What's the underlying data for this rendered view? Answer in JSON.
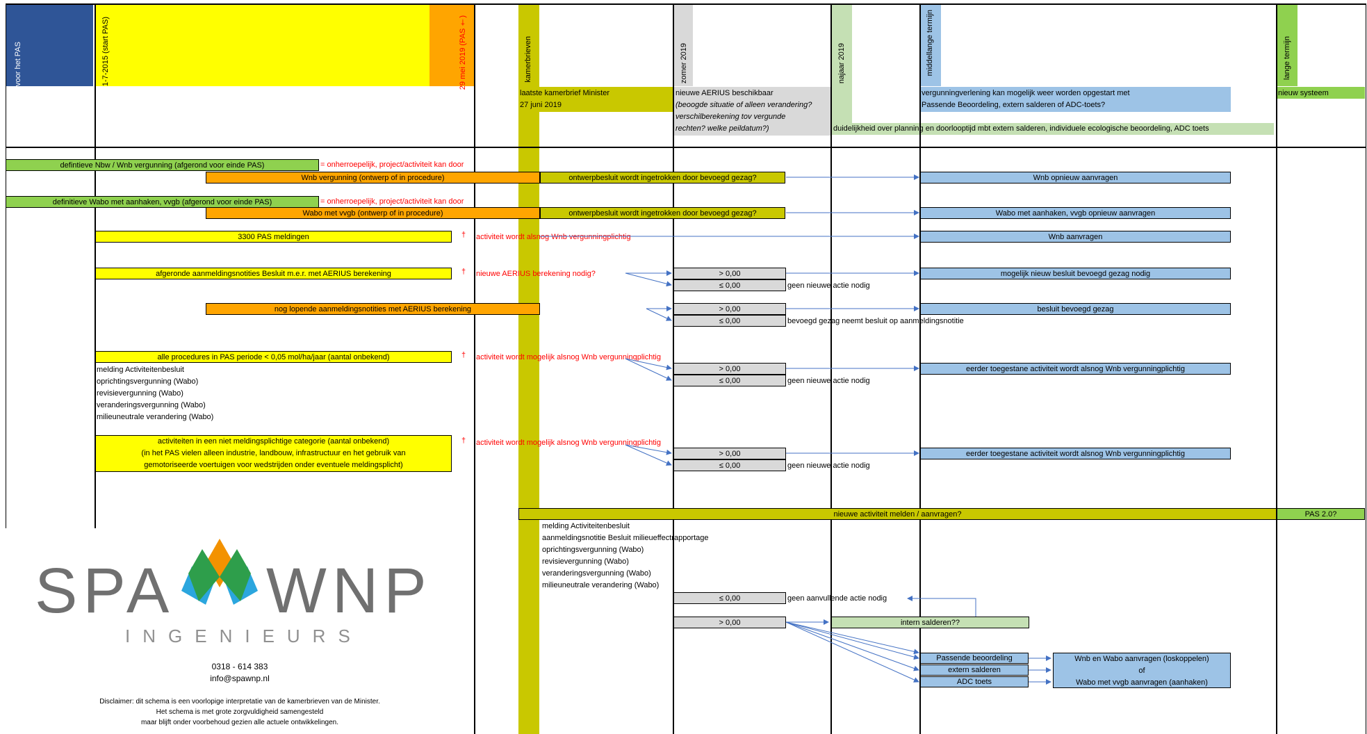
{
  "headers": {
    "voor_pas": "voor het PAS",
    "start_pas": "1-7-2015 (start PAS)",
    "pas_end": "29 mei 2019 (PAS †)",
    "kamerbrieven": "kamerbrieven",
    "zomer": "zomer 2019",
    "najaar": "najaar 2019",
    "middellange": "middellange termijn",
    "lange": "lange termijn"
  },
  "header_notes": {
    "kamerbrief_1": "laatste kamerbrief Minister",
    "kamerbrief_2": "27 juni 2019",
    "aerius_1": "nieuwe AERIUS beschikbaar",
    "aerius_2": "(beoogde situatie of alleen verandering?",
    "aerius_3": "verschilberekening tov vergunde",
    "aerius_4": "rechten? welke peildatum?)",
    "vergunning_1": "vergunningverlening kan mogelijk weer worden opgestart met",
    "vergunning_2": "Passende Beoordeling, extern salderen of ADC-toets?",
    "nieuw_systeem": "nieuw systeem",
    "duidelijkheid": "duidelijkheid over planning en doorlooptijd mbt extern salderen, individuele ecologische beoordeling, ADC toets"
  },
  "rows": {
    "def_nbw": "defintieve Nbw / Wnb vergunning (afgerond voor einde PAS)",
    "onherroepelijk_1": "= onherroepelijk, project/activiteit kan door",
    "wnb_ontwerp": "Wnb vergunning (ontwerp of in procedure)",
    "ingetrokken_1": "ontwerpbesluit wordt ingetrokken door bevoegd gezag?",
    "wnb_opnieuw": "Wnb opnieuw aanvragen",
    "def_wabo": "definitieve Wabo met aanhaken, vvgb  (afgerond voor einde PAS)",
    "onherroepelijk_2": "= onherroepelijk, project/activiteit kan door",
    "wabo_ontwerp": "Wabo met vvgb (ontwerp of in procedure)",
    "ingetrokken_2": "ontwerpbesluit wordt ingetrokken door bevoegd gezag?",
    "wabo_opnieuw": "Wabo met aanhaken, vvgb opnieuw aanvragen",
    "pas_meldingen": "3300 PAS meldingen",
    "dagger": "†",
    "alsnog_wnb": "activiteit wordt alsnog Wnb vergunningplichtig",
    "wnb_aanvragen": "Wnb aanvragen",
    "afgeronde": "afgeronde aanmeldingsnotities Besluit m.e.r. met AERIUS berekening",
    "nieuwe_aerius": "nieuwe AERIUS berekening nodig?",
    "gt": "> 0,00",
    "le": "≤ 0,00",
    "mogelijk_nieuw": "mogelijk nieuw besluit bevoegd gezag nodig",
    "geen_nieuwe": "geen nieuwe actie nodig",
    "lopende": "nog lopende aanmeldingsnotities met AERIUS berekening",
    "besluit_bg": "besluit bevoegd gezag",
    "bevoegd_neemt": "bevoegd gezag neemt besluit op aanmeldingsnotitie",
    "alle_procedures": "alle procedures in PAS periode < 0,05 mol/ha/jaar (aantal onbekend)",
    "mogelijk_alsnog": "activiteit wordt mogelijk alsnog Wnb vergunningplichtig",
    "eerder_toegestaan": "eerder toegestane activiteit wordt alsnog Wnb vergunningplichtig",
    "list_1": "melding Activiteitenbesluit",
    "list_2": "oprichtingsvergunning (Wabo)",
    "list_3": "revisievergunning (Wabo)",
    "list_4": "veranderingsvergunning (Wabo)",
    "list_5": "milieuneutrale verandering (Wabo)",
    "niet_meld_1": "activiteiten in een niet meldingsplichtige categorie (aantal onbekend)",
    "niet_meld_2": "(in het PAS vielen alleen industrie, landbouw, infrastructuur en het gebruik van",
    "niet_meld_3": "gemotoriseerde voertuigen voor wedstrijden onder eventuele meldingsplicht)",
    "nieuwe_activiteit": "nieuwe activiteit melden / aanvragen?",
    "pas2": "PAS 2.0?",
    "list2_1": "melding Activiteitenbesluit",
    "list2_2": "aanmeldingsnotitie Besluit milieueffectrapportage",
    "list2_3": "oprichtingsvergunning (Wabo)",
    "list2_4": "revisievergunning (Wabo)",
    "list2_5": "veranderingsvergunning (Wabo)",
    "list2_6": "milieuneutrale verandering (Wabo)",
    "geen_aanvullende": "geen aanvullende actie nodig",
    "intern_salderen": "intern salderen??",
    "passende": "Passende beoordeling",
    "extern": "extern salderen",
    "adc": "ADC toets",
    "result_1": "Wnb en Wabo aanvragen (loskoppelen)",
    "result_2": "of",
    "result_3": "Wabo met vvgb aanvragen (aanhaken)"
  },
  "logo": {
    "name_left": "SPA",
    "name_right": "WNP",
    "sub": "INGENIEURS",
    "phone": "0318 - 614 383",
    "email": "info@spawnp.nl",
    "disclaimer_1": "Disclaimer: dit schema is een voorlopige interpretatie van de kamerbrieven van de Minister.",
    "disclaimer_2": "Het schema is met grote zorgvuldigheid samengesteld",
    "disclaimer_3": "maar blijft onder voorbehoud gezien alle actuele ontwikkelingen."
  },
  "colors": {
    "yellow": "#ffff00",
    "orange": "#ffa500",
    "green": "#8fd14f",
    "olive": "#c9c800",
    "blue": "#9dc3e6",
    "gray": "#d9d9d9",
    "red": "#ff0000"
  }
}
